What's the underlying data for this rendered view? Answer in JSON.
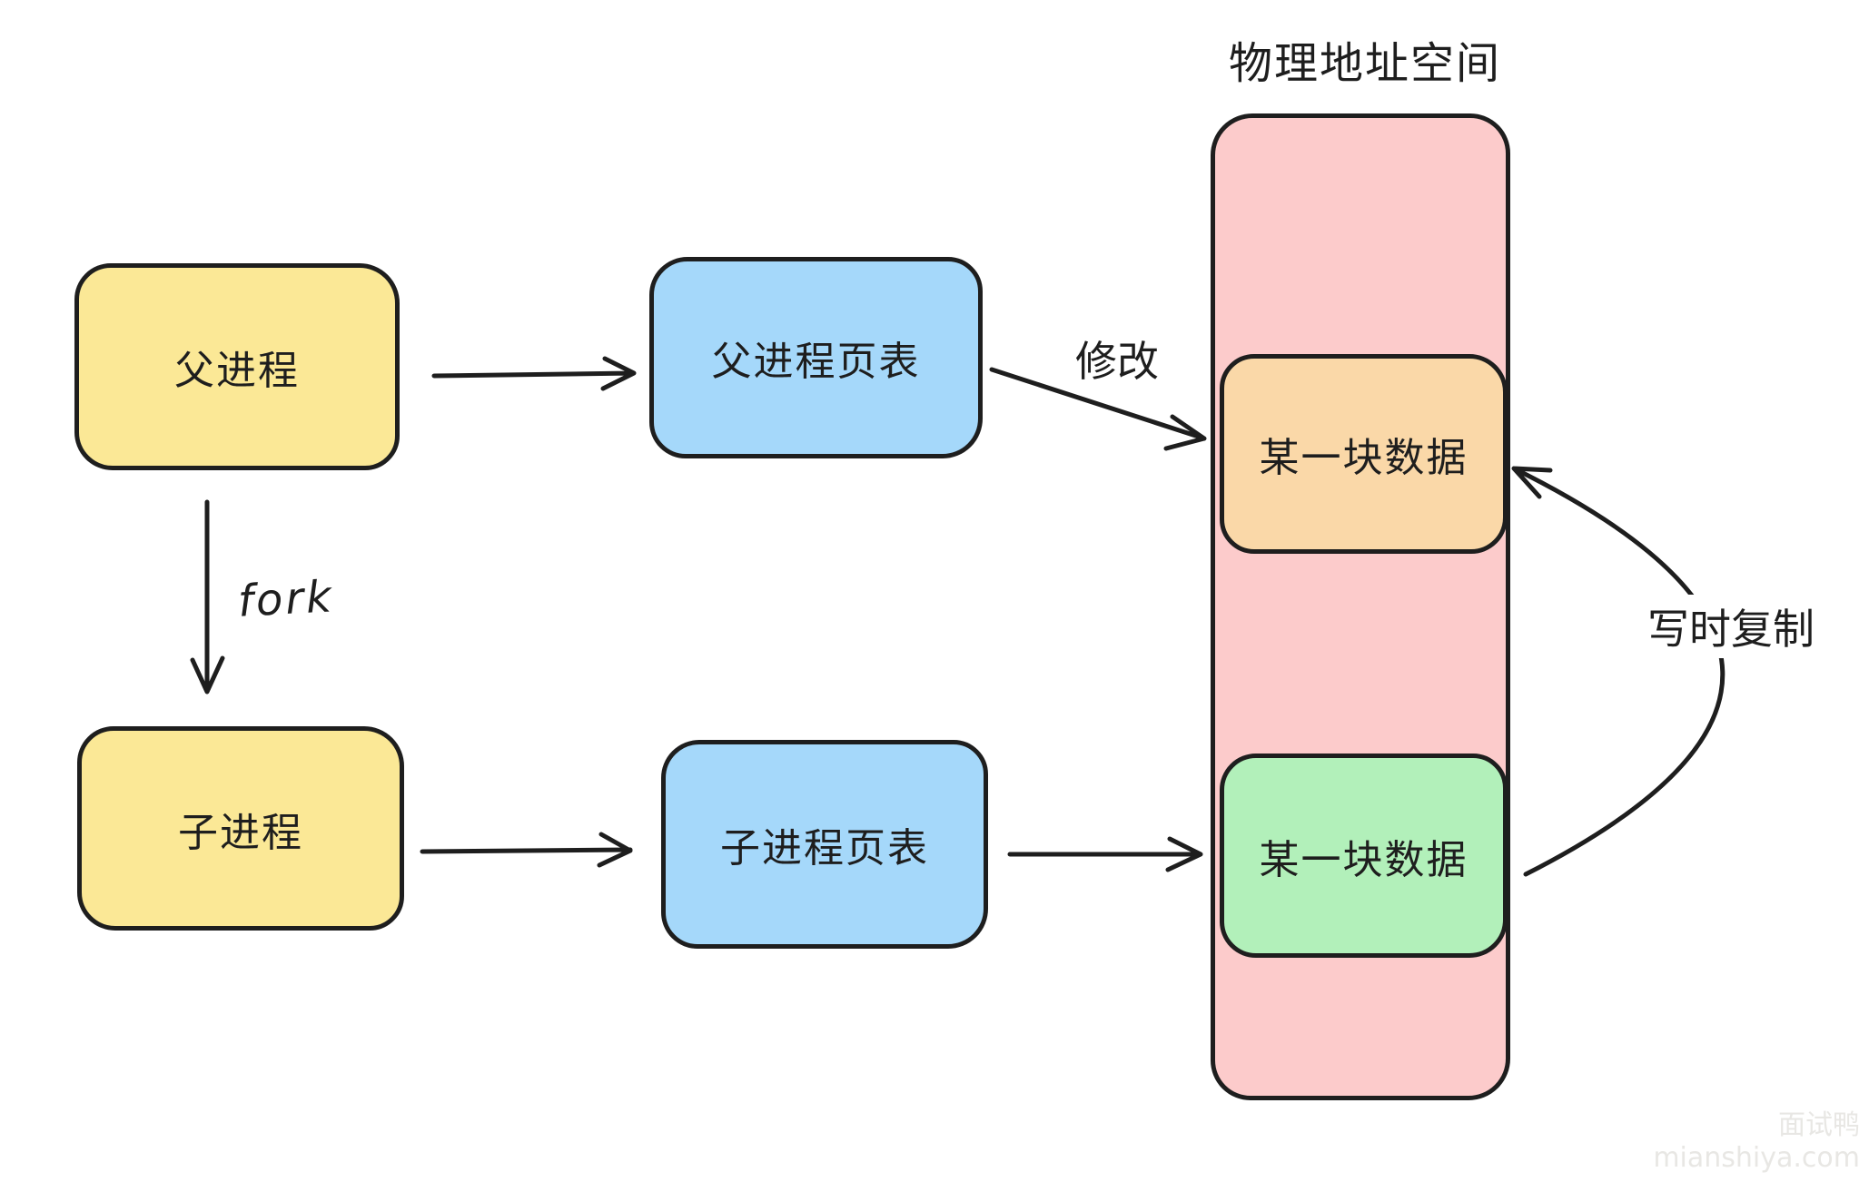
{
  "title": "物理地址空间",
  "nodes": {
    "parent_process": "父进程",
    "child_process": "子进程",
    "parent_page_table": "父进程页表",
    "child_page_table": "子进程页表",
    "data_block_top": "某一块数据",
    "data_block_bottom": "某一块数据"
  },
  "labels": {
    "fork": "fork",
    "modify": "修改",
    "copy_on_write": "写时复制"
  },
  "watermark": {
    "brand": "面试鸭",
    "site": "mianshiya.com"
  },
  "colors": {
    "stroke": "#1e1e1e",
    "process_fill": "#fbe896",
    "page_table_fill": "#a5d8fa",
    "physical_space_fill": "#fccbcb",
    "modified_block_fill": "#fad8a8",
    "shared_block_fill": "#b2f0ba",
    "watermark_text": "#e8e7e4"
  }
}
